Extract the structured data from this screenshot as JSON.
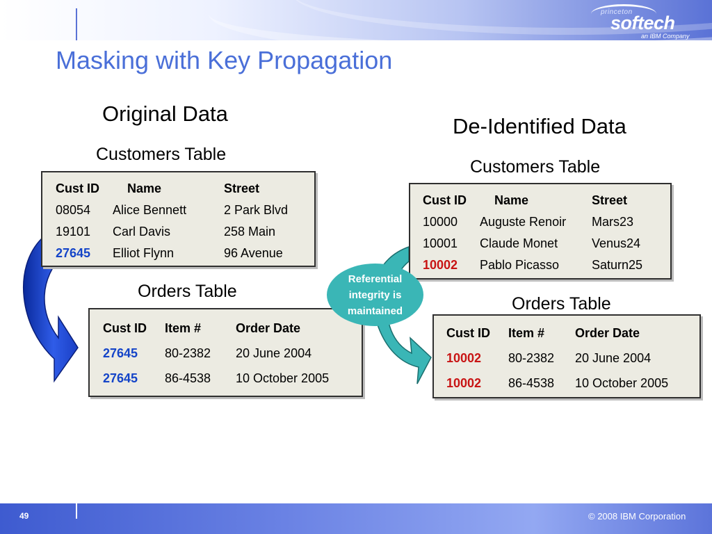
{
  "slide": {
    "title": "Masking with Key Propagation",
    "page_number": "49",
    "copyright": "© 2008 IBM Corporation"
  },
  "logo": {
    "line1": "princeton",
    "line2": "softech",
    "line3": "an IBM Company"
  },
  "original": {
    "heading": "Original Data",
    "customers_title": "Customers Table",
    "customers_headers": [
      "Cust ID",
      "Name",
      "Street"
    ],
    "customers_rows": [
      [
        "08054",
        "Alice Bennett",
        "2 Park Blvd"
      ],
      [
        "19101",
        "Carl Davis",
        "258 Main"
      ],
      [
        "27645",
        "Elliot Flynn",
        "96 Avenue"
      ]
    ],
    "orders_title": "Orders Table",
    "orders_headers": [
      "Cust ID",
      "Item #",
      "Order Date"
    ],
    "orders_rows": [
      [
        "27645",
        "80-2382",
        "20 June 2004"
      ],
      [
        "27645",
        "86-4538",
        "10 October 2005"
      ]
    ]
  },
  "deidentified": {
    "heading": "De-Identified Data",
    "customers_title": "Customers Table",
    "customers_headers": [
      "Cust ID",
      "Name",
      "Street"
    ],
    "customers_rows": [
      [
        "10000",
        "Auguste Renoir",
        "Mars23"
      ],
      [
        "10001",
        "Claude Monet",
        "Venus24"
      ],
      [
        "10002",
        "Pablo Picasso",
        "Saturn25"
      ]
    ],
    "orders_title": "Orders Table",
    "orders_headers": [
      "Cust ID",
      "Item #",
      "Order Date"
    ],
    "orders_rows": [
      [
        "10002",
        "80-2382",
        "20 June 2004"
      ],
      [
        "10002",
        "86-4538",
        "10 October 2005"
      ]
    ]
  },
  "callout": {
    "line1": "Referential",
    "line2": "integrity is",
    "line3": "maintained"
  },
  "colors": {
    "title_blue": "#4a6fd8",
    "key_blue": "#1444c8",
    "key_red": "#c81414",
    "teal": "#3ab6b6",
    "table_fill": "#ecebe2"
  }
}
